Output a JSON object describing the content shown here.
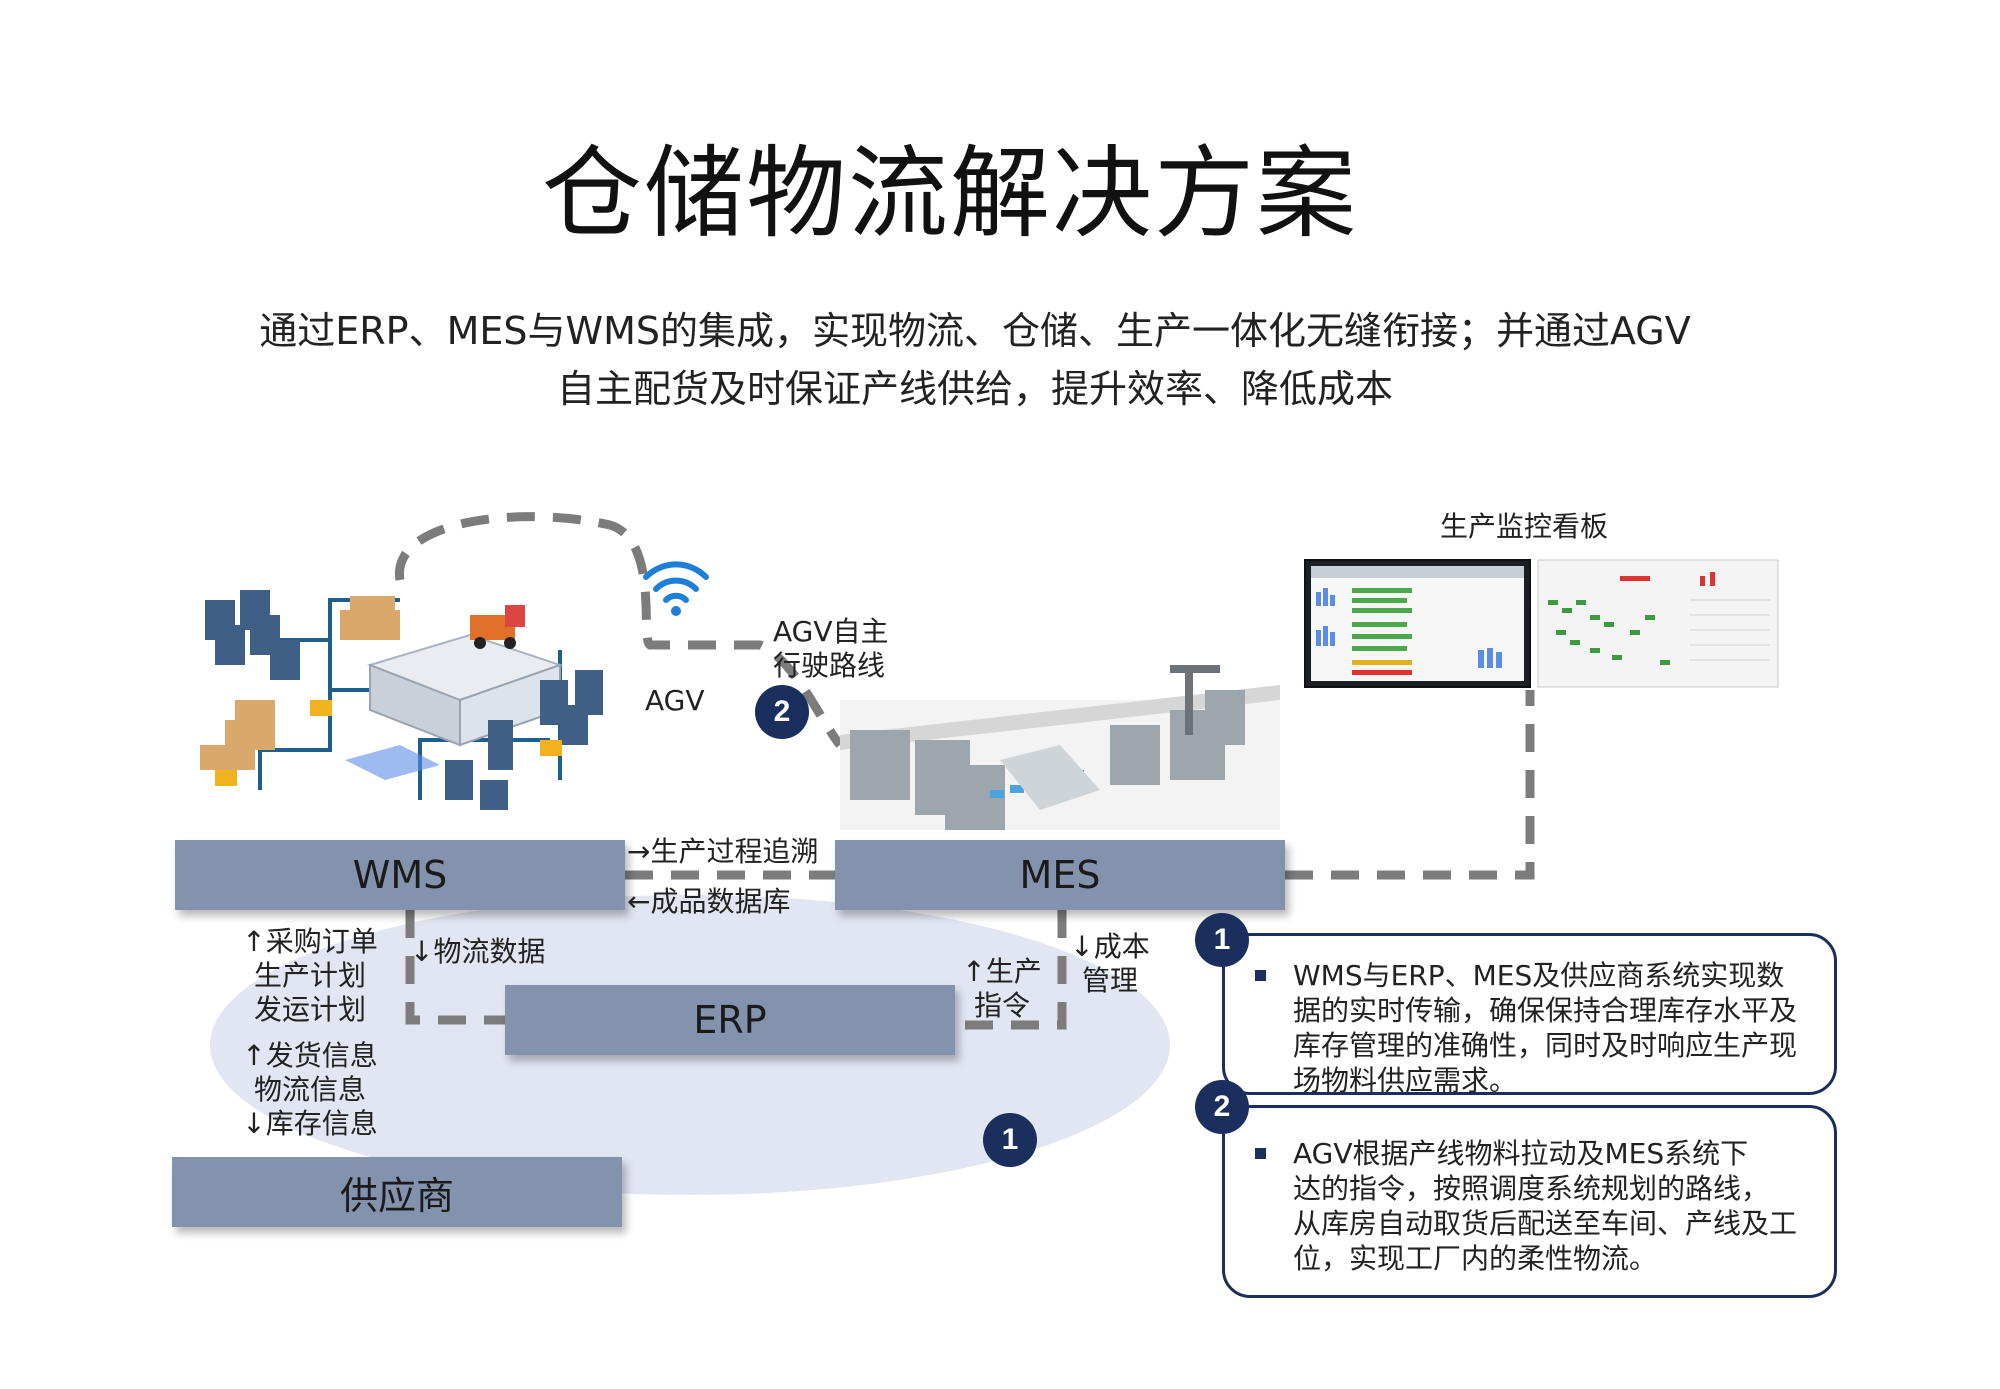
{
  "title": "仓储物流解决方案",
  "subtitle": {
    "line1": "通过ERP、MES与WMS的集成，实现物流、仓储、生产一体化无缝衔接；并通过AGV",
    "line2": "自主配货及时保证产线供给，提升效率、降低成本"
  },
  "systems": {
    "wms": "WMS",
    "mes": "MES",
    "erp": "ERP",
    "supplier": "供应商"
  },
  "flows": {
    "wms_mes_1": "→生产过程追溯",
    "wms_mes_2": "←成品数据库",
    "wms_erp": "↓物流数据",
    "mes_erp_up": [
      "↑生产",
      "指令"
    ],
    "mes_erp_down": [
      "↓成本",
      "管理"
    ],
    "supplier_wms": [
      "↑采购订单",
      "生产计划",
      "发运计划",
      "↑发货信息",
      "物流信息",
      "↓库存信息"
    ]
  },
  "agv": {
    "label": "AGV",
    "route_label": [
      "AGV自主",
      "行驶路线"
    ]
  },
  "dashboard_label": "生产监控看板",
  "badges": {
    "one": "1",
    "two": "2"
  },
  "cards": [
    {
      "badge": "1",
      "lines": [
        "WMS与ERP、MES及供应商系统实现数",
        "据的实时传输，确保保持合理库存水平及",
        "库存管理的准确性，同时及时响应生产现",
        "场物料供应需求。"
      ]
    },
    {
      "badge": "2",
      "lines": [
        "AGV根据产线物料拉动及MES系统下",
        "达的指令，按照调度系统规划的路线，",
        "从库房自动取货后配送至车间、产线及工",
        "位，实现工厂内的柔性物流。"
      ]
    }
  ],
  "colors": {
    "box": "#8392ad",
    "badge": "#1b2f5e",
    "ellipse": "#e2e6f2",
    "dash": "#7c7c7c",
    "wifi": "#1e7fd8"
  }
}
